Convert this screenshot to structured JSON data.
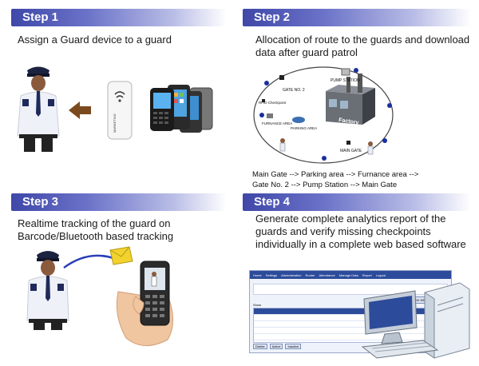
{
  "steps": [
    {
      "heading": "Step 1",
      "text": "Assign a Guard device to a guard"
    },
    {
      "heading": "Step 2",
      "text": "Allocation of route to the guards and download data after guard patrol"
    },
    {
      "heading": "Step 3",
      "text": "Realtime tracking of the guard on Barcode/Bluetooth based tracking"
    },
    {
      "heading": "Step 4",
      "text": "Generate complete analytics report of the guards and verify missing checkpoints individually in a complete web based software"
    }
  ],
  "device_label": "MARKETING",
  "map": {
    "gate2": "GATE NO. 2",
    "pump": "PUMP STATION",
    "rfid": "RFID Checkpoint",
    "furnance": "FURNANCE AREA",
    "parking": "PARKING AREA",
    "factory": "Factory",
    "main_gate": "MAIN GATE"
  },
  "route": {
    "line1": "Main Gate --> Parking area --> Furnance area -->",
    "line2": "Gate No. 2 --> Pump Station --> Main Gate"
  },
  "software": {
    "nav": [
      "Home",
      "Settings",
      "Administration",
      "Router",
      "Attendance",
      "Manage Data",
      "Report",
      "Logout"
    ],
    "show_label": "Show",
    "add_new": "ADD NEW",
    "buttons": [
      "Delete",
      "Active",
      "Inactive"
    ]
  },
  "colors": {
    "step_bar": "#4a52b0",
    "arrow": "#7a4a1e",
    "envelope": "#f2d22e"
  }
}
